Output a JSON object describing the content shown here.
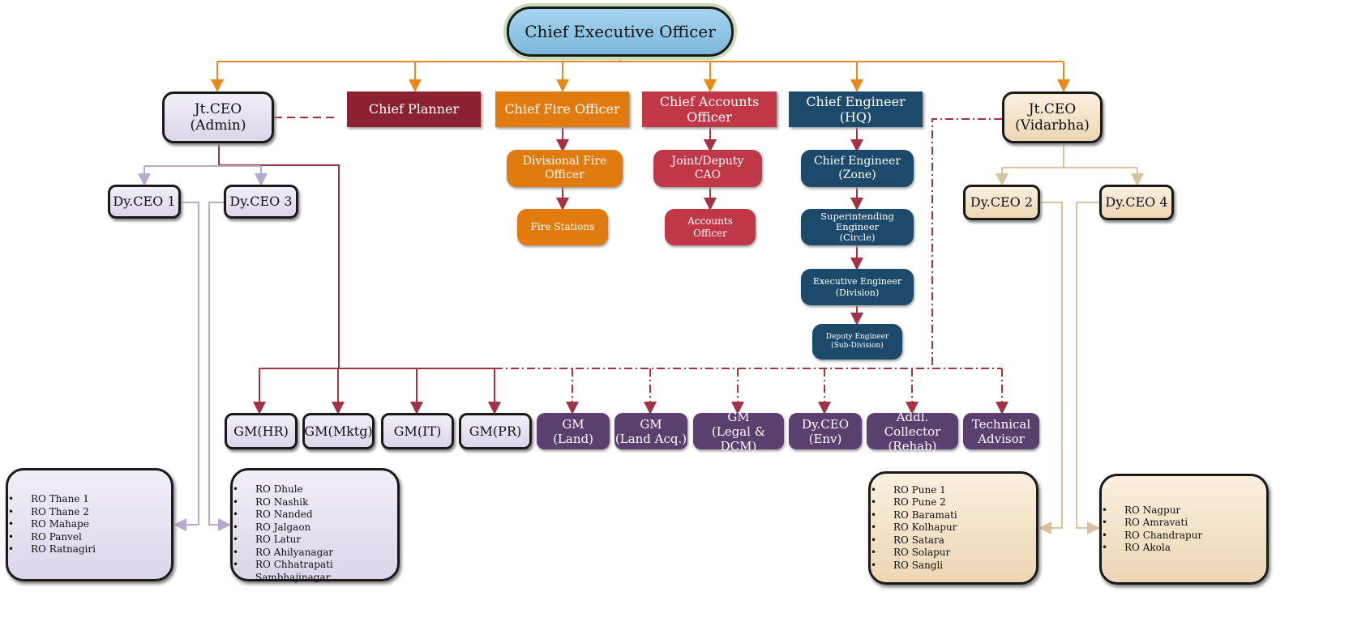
{
  "ceo": "Chief Executive Officer",
  "top_level": {
    "jt_ceo_admin": "Jt.CEO\n(Admin)",
    "chief_planner": "Chief Planner",
    "chief_fire_officer": "Chief Fire Officer",
    "chief_accounts_officer": "Chief Accounts\nOfficer",
    "chief_engineer_hq": "Chief Engineer\n(HQ)",
    "jt_ceo_vidarbha": "Jt.CEO\n(Vidarbha)"
  },
  "fire": {
    "divisional": "Divisional Fire\nOfficer",
    "stations": "Fire Stations"
  },
  "accounts": {
    "joint_deputy": "Joint/Deputy\nCAO",
    "officer": "Accounts\nOfficer"
  },
  "engineering": {
    "zone": "Chief Engineer\n(Zone)",
    "circle": "Superintending\nEngineer\n(Circle)",
    "division": "Executive Engineer\n(Division)",
    "subdivision": "Deputy Engineer\n(Sub-Division)"
  },
  "deputies": {
    "dy_ceo_1": "Dy.CEO 1",
    "dy_ceo_3": "Dy.CEO 3",
    "dy_ceo_2": "Dy.CEO 2",
    "dy_ceo_4": "Dy.CEO 4"
  },
  "gm_row": [
    "GM(HR)",
    "GM(Mktg)",
    "GM(IT)",
    "GM(PR)",
    "GM\n(Land)",
    "GM\n(Land Acq.)",
    "GM\n(Legal & DCM)",
    "Dy.CEO\n(Env)",
    "Addl. Collector\n(Rehab)",
    "Technical\nAdvisor"
  ],
  "regional_offices": {
    "dy_ceo_1": [
      "RO Thane 1",
      "RO Thane 2",
      "RO Mahape",
      "RO Panvel",
      "RO Ratnagiri"
    ],
    "dy_ceo_3": [
      "RO Dhule",
      "RO Nashik",
      "RO Nanded",
      "RO Jalgaon",
      "RO Latur",
      "RO Ahilyanagar",
      "RO Chhatrapati Sambhajinagar"
    ],
    "dy_ceo_2": [
      "RO Pune 1",
      "RO Pune 2",
      "RO Baramati",
      "RO Kolhapur",
      "RO Satara",
      "RO Solapur",
      "RO Sangli"
    ],
    "dy_ceo_4": [
      "RO Nagpur",
      "RO Amravati",
      "RO Chandrapur",
      "RO Akola"
    ]
  },
  "colors": {
    "ceo": "#8cc4e4",
    "orange_connector": "#e8891a",
    "red_connector": "#a33242",
    "planner": "#8b2232",
    "fire": "#e07b10",
    "accounts": "#c03848",
    "engineer": "#1d4a6b",
    "admin": "#e6e0f0",
    "vidarbha": "#f3e1c4",
    "gm_purple": "#5b3f6e"
  }
}
